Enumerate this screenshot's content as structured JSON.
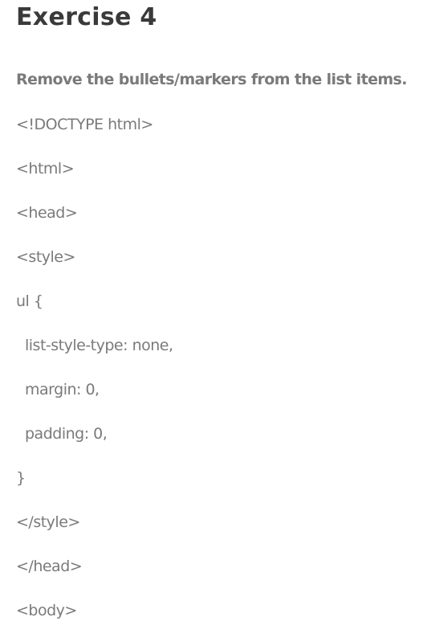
{
  "exercise": {
    "title": "Exercise 4",
    "instruction": "Remove the bullets/markers from the list items."
  },
  "code": {
    "lines": [
      "<!DOCTYPE html>",
      "<html>",
      "<head>",
      "<style>",
      "ul {",
      "list-style-type: none,",
      "margin: 0,",
      "padding: 0,",
      "}",
      "</style>",
      "</head>",
      "<body>"
    ]
  }
}
